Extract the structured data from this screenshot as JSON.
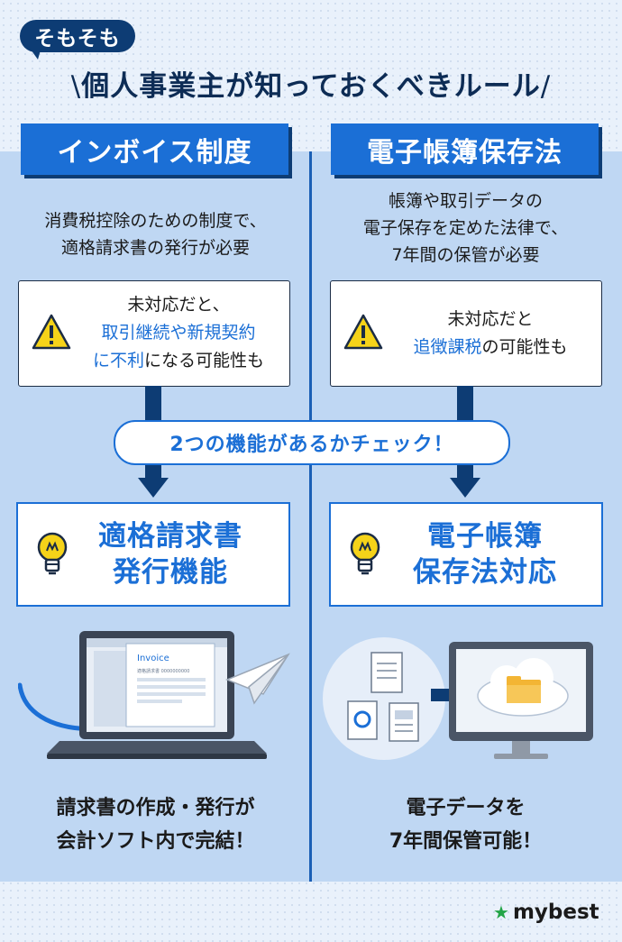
{
  "header": {
    "badge": "そもそも",
    "title": "個人事業主が知っておくべきルール"
  },
  "left": {
    "heading": "インボイス制度",
    "desc_lines": [
      "消費税控除のための制度で、",
      "適格請求書の発行が必要"
    ],
    "warning": {
      "line1": "未対応だと、",
      "line2_blue": "取引継続や新規契約",
      "line3_blue": "に不利",
      "line3_rest": "になる可能性も"
    },
    "feature_lines": [
      "適格請求書",
      "発行機能"
    ],
    "illustration": {
      "doc_label": "Invoice",
      "doc_sub": "適格請求書 0000000000",
      "icons": [
        "laptop-icon",
        "paper-plane-icon"
      ]
    },
    "bottom_lines": [
      "請求書の作成・発行が",
      "会計ソフト内で完結！"
    ]
  },
  "right": {
    "heading": "電子帳簿保存法",
    "desc_lines": [
      "帳簿や取引データの",
      "電子保存を定めた法律で、",
      "7年間の保管が必要"
    ],
    "warning": {
      "line1": "未対応だと",
      "line2_blue": "追徴課税",
      "line2_rest": "の可能性も"
    },
    "feature_lines": [
      "電子帳簿",
      "保存法対応"
    ],
    "illustration": {
      "icons": [
        "document-icon",
        "chart-document-icon",
        "monitor-icon",
        "cloud-folder-icon"
      ]
    },
    "bottom_lines": [
      "電子データを",
      "7年間保管可能！"
    ]
  },
  "center_pill": "2つの機能があるかチェック！",
  "logo": {
    "text": "mybest",
    "icon": "star-icon"
  },
  "colors": {
    "accent": "#1b6fd6",
    "navy": "#0d3c74",
    "panel": "#bfd7f3",
    "warning": "#f5d319",
    "logo_green": "#22a447"
  }
}
